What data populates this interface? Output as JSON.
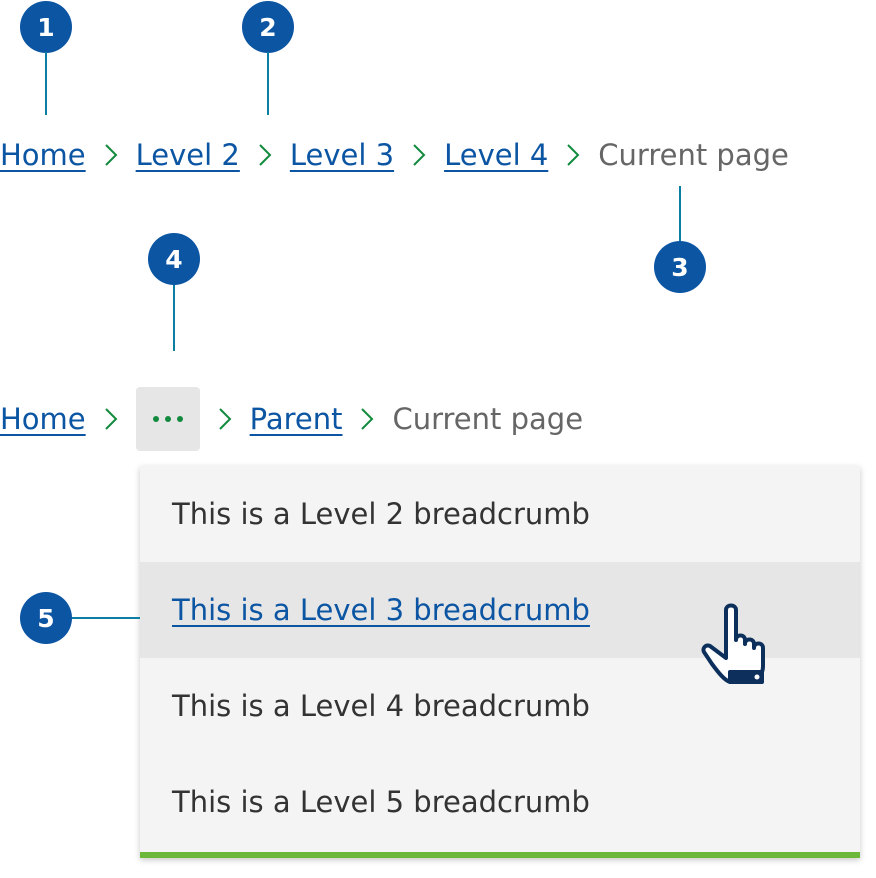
{
  "callouts": [
    "1",
    "2",
    "3",
    "4",
    "5"
  ],
  "breadcrumb_full": {
    "items": [
      {
        "label": "Home"
      },
      {
        "label": "Level 2"
      },
      {
        "label": "Level 3"
      },
      {
        "label": "Level 4"
      }
    ],
    "current": "Current page",
    "separator_icon": "chevron-right-icon"
  },
  "breadcrumb_collapsed": {
    "home": "Home",
    "overflow_icon": "ellipsis-icon",
    "parent": "Parent",
    "current": "Current page",
    "separator_icon": "chevron-right-icon"
  },
  "overflow_menu": {
    "items": [
      {
        "label": "This is a Level 2 breadcrumb"
      },
      {
        "label": "This is a Level 3 breadcrumb"
      },
      {
        "label": "This is a Level 4 breadcrumb"
      },
      {
        "label": "This is a Level 5 breadcrumb"
      }
    ],
    "hovered_index": 1,
    "cursor_icon": "hand-pointer-icon"
  },
  "colors": {
    "marker": "#0b55a3",
    "link": "#0b55a3",
    "separator": "#118a3e",
    "current_text": "#666666",
    "leader_line": "#0a7ea3",
    "menu_background": "#f4f4f4",
    "menu_hover": "#e6e6e6",
    "menu_accent": "#6bb83a"
  }
}
